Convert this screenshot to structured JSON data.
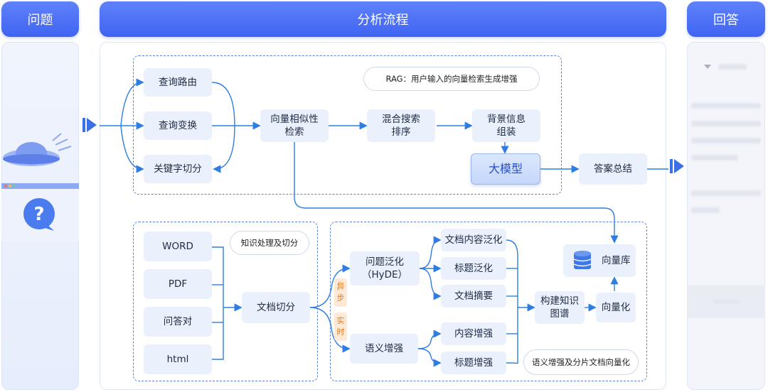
{
  "headers": {
    "question": "问题",
    "process": "分析流程",
    "answer": "回答"
  },
  "top": {
    "rag_note": "RAG：用户输入的向量检索生成增强",
    "route": "查询路由",
    "transform": "查询变换",
    "keyword": "关键字切分",
    "vector_search_line1": "向量相似性",
    "vector_search_line2": "检索",
    "hybrid_line1": "混合搜索",
    "hybrid_line2": "排序",
    "context_line1": "背景信息",
    "context_line2": "组装",
    "llm": "大模型",
    "summary": "答案总结"
  },
  "bottom_left": {
    "note": "知识处理及切分",
    "docs": [
      "WORD",
      "PDF",
      "问答对",
      "html"
    ],
    "chunk": "文档切分"
  },
  "bottom_right": {
    "async_tag": [
      "异",
      "步"
    ],
    "realtime_tag": [
      "实",
      "时"
    ],
    "hyde_line1": "问题泛化",
    "hyde_line2": "（HyDE）",
    "semantic": "语义增强",
    "doc_content_gen": "文档内容泛化",
    "title_gen": "标题泛化",
    "doc_summary": "文档摘要",
    "content_enh": "内容增强",
    "title_enh": "标题增强",
    "kg_line1": "构建知识",
    "kg_line2": "图谱",
    "vectorize": "向量化",
    "vector_db": "向量库",
    "note": "语义增强及分片文档向量化"
  },
  "colors": {
    "header": "#4a6ef5",
    "line": "#2f7de0",
    "dash": "#5b7fdc",
    "tag_bg": "#fde9d6",
    "tag_fg": "#e37a1d"
  },
  "icons": [
    "ufo-icon",
    "question-bubble-icon",
    "arrow-in-icon",
    "arrow-out-icon",
    "database-icon",
    "chevron-down-icon"
  ]
}
